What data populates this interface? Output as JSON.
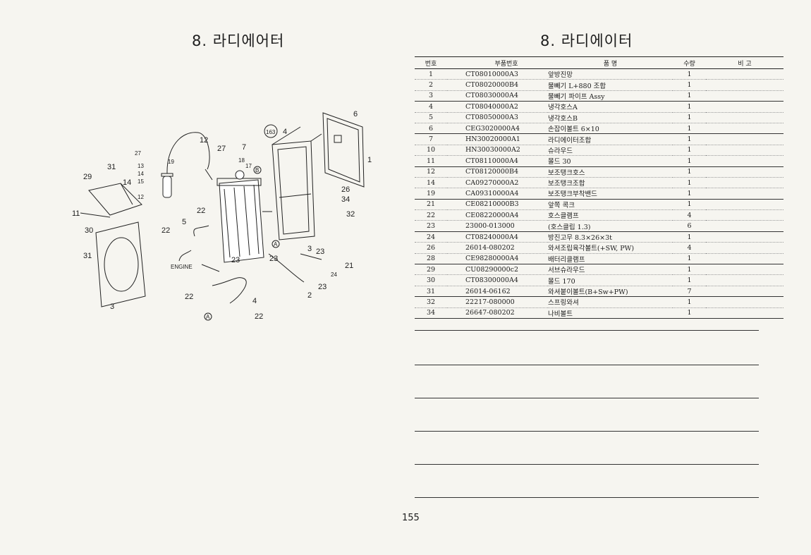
{
  "left_title": "8. 라디에어터",
  "right_title": "8. 라디에이터",
  "table": {
    "headers": [
      "번호",
      "부품번호",
      "품    명",
      "수량",
      "비  고"
    ],
    "rows": [
      {
        "no": "1",
        "part": "CT08010000A3",
        "name": "앞방진망",
        "qty": "1"
      },
      {
        "no": "2",
        "part": "CT08020000B4",
        "name": "물빼기 L+880 조합",
        "qty": "1"
      },
      {
        "no": "3",
        "part": "CT08030000A4",
        "name": "물빼기 파이프 Assy",
        "qty": "1"
      },
      {
        "no": "4",
        "part": "CT08040000A2",
        "name": "냉각호스A",
        "qty": "1"
      },
      {
        "no": "5",
        "part": "CT08050000A3",
        "name": "냉각호스B",
        "qty": "1"
      },
      {
        "no": "6",
        "part": "CEG3020000A4",
        "name": "손잡이볼트 6×10",
        "qty": "1"
      },
      {
        "no": "7",
        "part": "HN30020000A1",
        "name": "라디에이터조합",
        "qty": "1"
      },
      {
        "no": "10",
        "part": "HN30030000A2",
        "name": "슈라우드",
        "qty": "1"
      },
      {
        "no": "11",
        "part": "CT08110000A4",
        "name": "몰드 30",
        "qty": "1"
      },
      {
        "no": "12",
        "part": "CT08120000B4",
        "name": "보조탱크호스",
        "qty": "1"
      },
      {
        "no": "14",
        "part": "CA09270000A2",
        "name": "보조탱크조합",
        "qty": "1"
      },
      {
        "no": "19",
        "part": "CA09310000A4",
        "name": "보조탱크부착밴드",
        "qty": "1"
      },
      {
        "no": "21",
        "part": "CE08210000B3",
        "name": "앞쪽 콕크",
        "qty": "1"
      },
      {
        "no": "22",
        "part": "CE08220000A4",
        "name": "호스클램프",
        "qty": "4"
      },
      {
        "no": "23",
        "part": "23000-013000",
        "name": "(호스클립 1.3)",
        "qty": "6"
      },
      {
        "no": "24",
        "part": "CT08240000A4",
        "name": "방진고무 8.3×26×3t",
        "qty": "1"
      },
      {
        "no": "26",
        "part": "26014-080202",
        "name": "와셔조립육각볼트(+SW, PW)",
        "qty": "4"
      },
      {
        "no": "28",
        "part": "CE98280000A4",
        "name": "배터리클램프",
        "qty": "1"
      },
      {
        "no": "29",
        "part": "CU08290000c2",
        "name": "서브슈라우드",
        "qty": "1"
      },
      {
        "no": "30",
        "part": "CT08300000A4",
        "name": "몰드 170",
        "qty": "1"
      },
      {
        "no": "31",
        "part": "26014-06162",
        "name": "와셔붙이볼트(B+Sw+PW)",
        "qty": "7"
      },
      {
        "no": "32",
        "part": "22217-080000",
        "name": "스프링와셔",
        "qty": "1"
      },
      {
        "no": "34",
        "part": "26647-080202",
        "name": "나비볼트",
        "qty": "1"
      }
    ]
  },
  "diagram_labels": {
    "l1": "1",
    "l2": "2",
    "l3": "3",
    "l4": "4",
    "l5": "5",
    "l6": "6",
    "l7": "7",
    "l11": "11",
    "l12": "12",
    "l12b": "12",
    "l13": "13",
    "l14": "14",
    "l15": "15",
    "l17": "17",
    "l18": "18",
    "l19": "19",
    "l21": "21",
    "l22a": "22",
    "l22b": "22",
    "l22c": "22",
    "l22d": "22",
    "l23a": "23",
    "l23b": "23",
    "l23c": "23",
    "l23d": "23",
    "l24": "24",
    "l26": "26",
    "l27a": "27",
    "l27b": "27",
    "l29": "29",
    "l30": "30",
    "l31a": "31",
    "l31b": "31",
    "l32": "32",
    "l34": "34",
    "l163": "163",
    "lA1": "A",
    "lA2": "A",
    "lB": "B",
    "engine": "ENGINE"
  },
  "page_number": "155"
}
